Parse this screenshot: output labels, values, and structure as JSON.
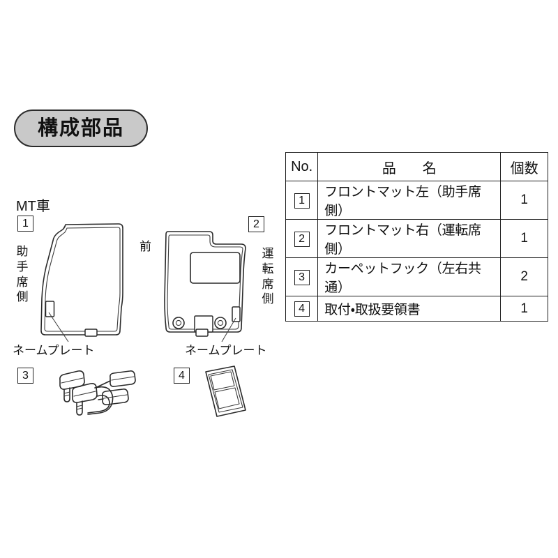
{
  "page": {
    "background_color": "#ffffff",
    "title": "構成部品"
  },
  "title_badge": {
    "label": "構成部品",
    "fill_color": "#c9c9c9",
    "border_color": "#2b2b2b"
  },
  "diagram": {
    "transmission_label": "MT車",
    "front_direction_label": "前",
    "left_mat": {
      "index": "1",
      "side_label_chars": [
        "助",
        "手",
        "席",
        "側"
      ],
      "side_label": "助手席側",
      "nameplate_label": "ネームプレート"
    },
    "right_mat": {
      "index": "2",
      "side_label_chars": [
        "運",
        "転",
        "席",
        "側"
      ],
      "side_label": "運転席側",
      "nameplate_label": "ネームプレート"
    },
    "carpet_hook": {
      "index": "3"
    },
    "manual": {
      "index": "4"
    }
  },
  "parts_table": {
    "headers": {
      "no": "No.",
      "name": "品　名",
      "qty": "個数"
    },
    "rows": [
      {
        "no": "1",
        "name": "フロントマット左（助手席側）",
        "qty": "1"
      },
      {
        "no": "2",
        "name": "フロントマット右（運転席側）",
        "qty": "1"
      },
      {
        "no": "3",
        "name": "カーペットフック（左右共通）",
        "qty": "2"
      },
      {
        "no": "4",
        "name": "取付・取扱要領書",
        "qty": "1"
      }
    ]
  }
}
